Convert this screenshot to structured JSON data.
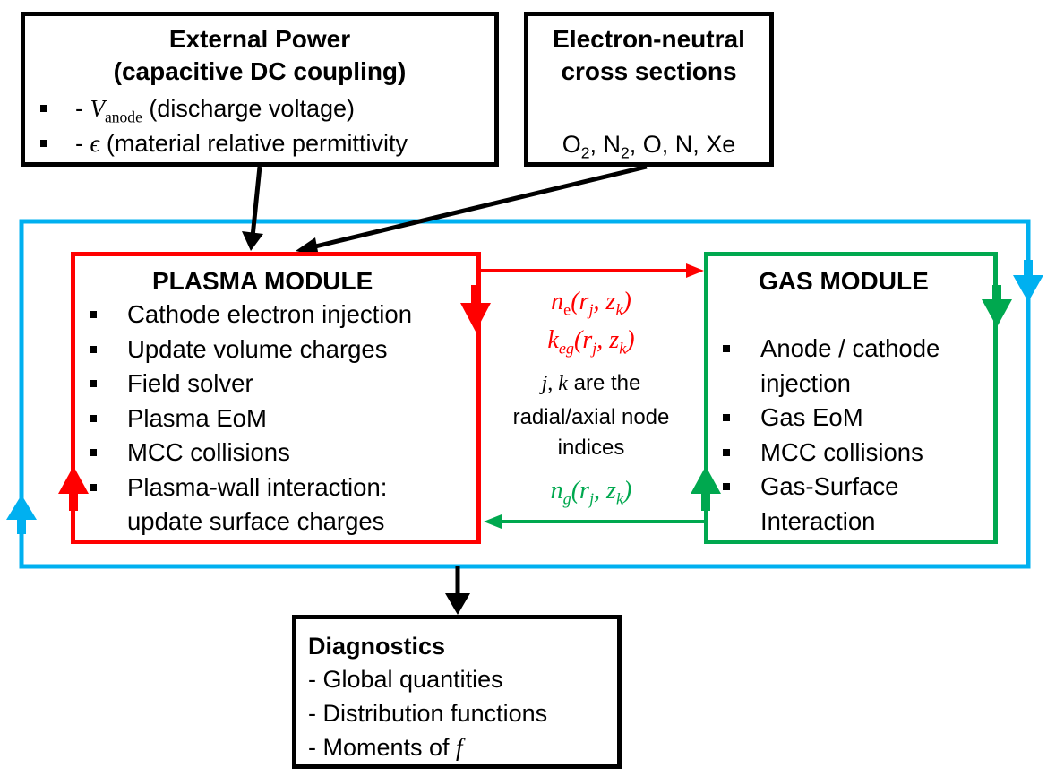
{
  "external_power": {
    "title_line1": "External Power",
    "title_line2": "(capacitive DC coupling)",
    "item1_dash": "- ",
    "item1_symbol": "V",
    "item1_subscript": "anode",
    "item1_text": " (discharge voltage)",
    "item2_dash": "- ",
    "item2_symbol": "ϵ",
    "item2_text": " (material relative permittivity"
  },
  "cross_sections": {
    "title_line1": "Electron-neutral",
    "title_line2": "cross sections",
    "species_o2": "O",
    "species_o2_sub": "2",
    "species_n2": ", N",
    "species_n2_sub": "2",
    "species_rest": ", O, N, Xe"
  },
  "plasma_module": {
    "title": "PLASMA MODULE",
    "items": [
      "Cathode electron injection",
      "Update volume charges",
      "Field solver",
      "Plasma EoM",
      "MCC collisions",
      "Plasma-wall interaction:",
      "update surface charges"
    ]
  },
  "gas_module": {
    "title": "GAS MODULE",
    "items": [
      "Anode / cathode",
      "injection",
      "Gas EoM",
      "MCC collisions",
      "Gas-Surface",
      "Interaction"
    ]
  },
  "exchange": {
    "ne_label": "n",
    "ne_sub": "e",
    "ne_args": "(r",
    "ne_args_sub": "j",
    "ne_args_mid": ", z",
    "ne_args_sub2": "k",
    "ne_close": ")",
    "keg_label": "k",
    "keg_sub": "eg",
    "keg_args": "(r",
    "keg_args_sub": "j",
    "keg_args_mid": ", z",
    "keg_args_sub2": "k",
    "keg_close": ")",
    "jk_symbols": "j, k",
    "jk_text": " are the",
    "radial_axial": "radial/axial node",
    "indices": "indices",
    "ng_label": "n",
    "ng_sub": "g",
    "ng_args": "(r",
    "ng_args_sub": "j",
    "ng_args_mid": ", z",
    "ng_args_sub2": "k",
    "ng_close": ")"
  },
  "diagnostics": {
    "title": "Diagnostics",
    "items": [
      "- Global quantities",
      "- Distribution functions",
      "- Moments of "
    ],
    "moments_symbol": "f"
  },
  "colors": {
    "plasma": "#ff0000",
    "gas": "#00a84f",
    "loop": "#00b0f0",
    "external": "#000000"
  }
}
